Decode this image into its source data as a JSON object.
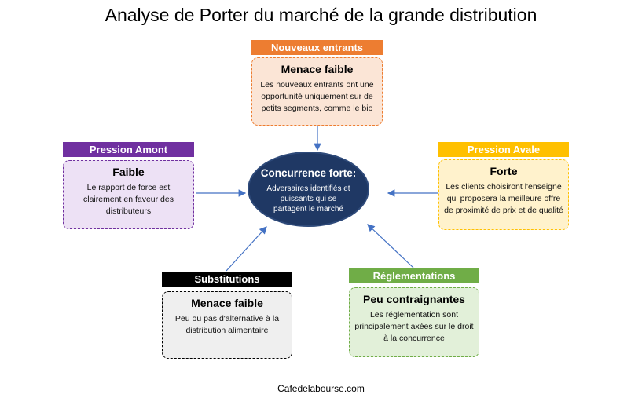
{
  "title": "Analyse de Porter du marché de la grande distribution",
  "center": {
    "title": "Concurrence forte:",
    "text": "Adversaires identifiés et puissants qui se partagent le marché"
  },
  "forces": {
    "nouveaux_entrants": {
      "header": "Nouveaux entrants",
      "title": "Menace faible",
      "text": "Les nouveaux entrants ont une opportunité uniquement sur de petits segments, comme le bio",
      "color": "#ed7d31"
    },
    "pression_amont": {
      "header": "Pression Amont",
      "title": "Faible",
      "text": "Le rapport de force est clairement en faveur des distributeurs",
      "color": "#7030a0"
    },
    "pression_avale": {
      "header": "Pression Avale",
      "title": "Forte",
      "text": "Les clients choisiront l'enseigne qui proposera la meilleure offre de proximité de prix et de qualité",
      "color": "#ffc000"
    },
    "substitutions": {
      "header": "Substitutions",
      "title": "Menace faible",
      "text": "Peu ou pas d'alternative à la distribution alimentaire",
      "color": "#000000"
    },
    "reglementations": {
      "header": "Réglementations",
      "title": "Peu contraignantes",
      "text": "Les réglementation sont principalement axées sur le droit à la concurrence",
      "color": "#70ad47"
    }
  },
  "footer": "Cafedelabourse.com"
}
